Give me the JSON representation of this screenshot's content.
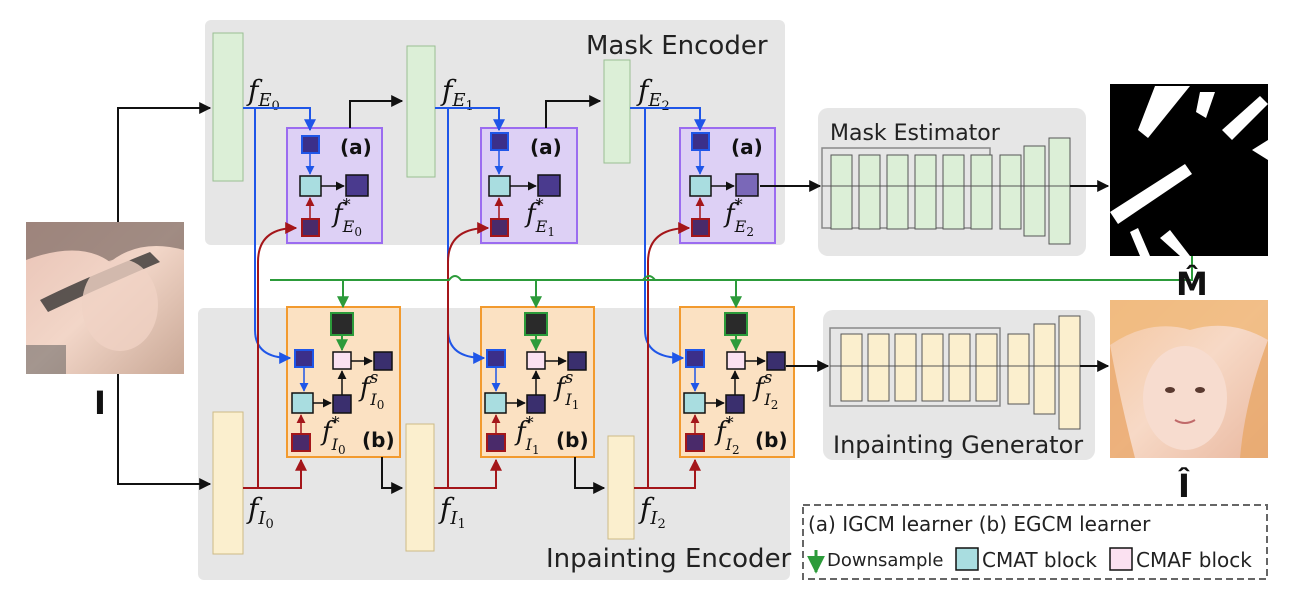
{
  "titles": {
    "mask_encoder": "Mask Encoder",
    "mask_estimator": "Mask Estimator",
    "inpainting_encoder": "Inpainting Encoder",
    "inpainting_generator": "Inpainting Generator"
  },
  "io": {
    "input": "I",
    "mask_out": "M̂",
    "image_out": "Î"
  },
  "features": {
    "fE": [
      {
        "base": "f",
        "sub": "E",
        "idx": "0"
      },
      {
        "base": "f",
        "sub": "E",
        "idx": "1"
      },
      {
        "base": "f",
        "sub": "E",
        "idx": "2"
      }
    ],
    "fEstar": [
      {
        "base": "f",
        "sup": "*",
        "sub": "E",
        "idx": "0"
      },
      {
        "base": "f",
        "sup": "*",
        "sub": "E",
        "idx": "1"
      },
      {
        "base": "f",
        "sup": "*",
        "sub": "E",
        "idx": "2"
      }
    ],
    "fI": [
      {
        "base": "f",
        "sub": "I",
        "idx": "0"
      },
      {
        "base": "f",
        "sub": "I",
        "idx": "1"
      },
      {
        "base": "f",
        "sub": "I",
        "idx": "2"
      }
    ],
    "fIstar": [
      {
        "base": "f",
        "sup": "*",
        "sub": "I",
        "idx": "0"
      },
      {
        "base": "f",
        "sup": "*",
        "sub": "I",
        "idx": "1"
      },
      {
        "base": "f",
        "sup": "*",
        "sub": "I",
        "idx": "2"
      }
    ],
    "fIs": [
      {
        "base": "f",
        "sup": "s",
        "sub": "I",
        "idx": "0"
      },
      {
        "base": "f",
        "sup": "s",
        "sub": "I",
        "idx": "1"
      },
      {
        "base": "f",
        "sup": "s",
        "sub": "I",
        "idx": "2"
      }
    ]
  },
  "block_tags": {
    "a": "(a)",
    "b": "(b)"
  },
  "legend": {
    "line1": "(a) IGCM learner (b) EGCM learner",
    "downsample": "Downsample",
    "cmat": "CMAT block",
    "cmaf": "CMAF block"
  },
  "colors": {
    "panel_gray": "#e6e6e6",
    "green_fill": "#dcefd7",
    "yellow_fill": "#fbefce",
    "purple_border": "#9b6cf0",
    "purple_fill": "#ddd0f5",
    "orange_border": "#f29a2e",
    "orange_fill": "#fbe1c2",
    "blue_arrow": "#1f56e8",
    "red_arrow": "#a4161a",
    "green_arrow": "#2c9b3a",
    "cmat": "#a9dde0",
    "cmaf": "#fbe1f1"
  }
}
